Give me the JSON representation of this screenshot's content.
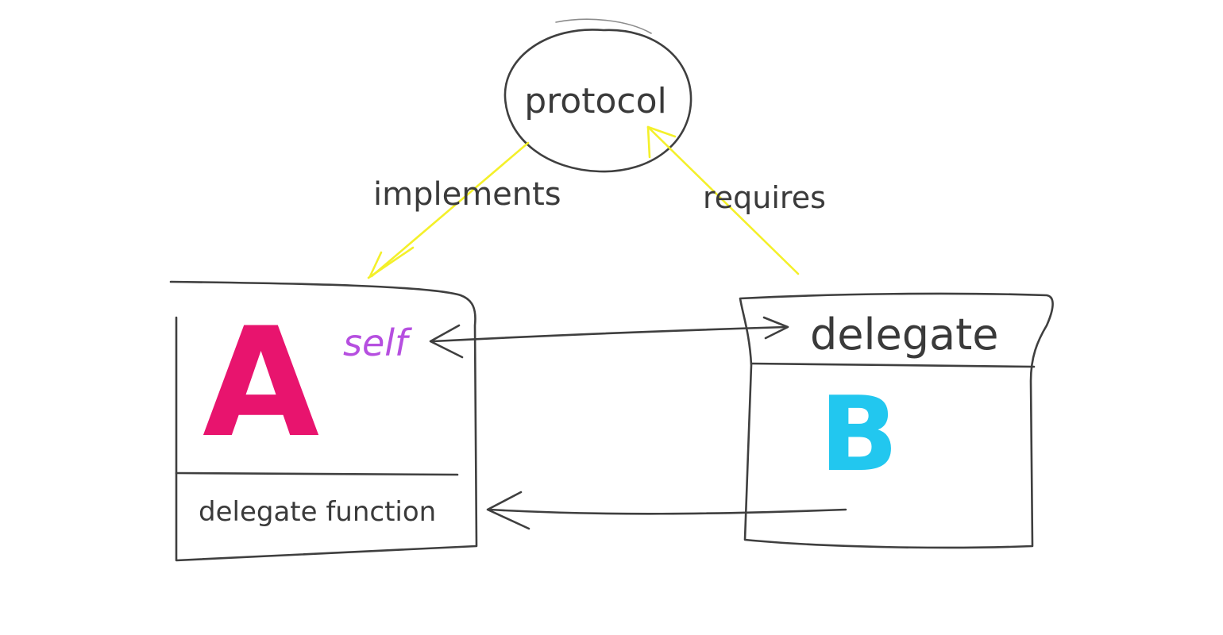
{
  "protocol_node": {
    "label": "protocol"
  },
  "edges": {
    "implements": {
      "label": "implements"
    },
    "requires": {
      "label": "requires"
    }
  },
  "class_a": {
    "letter": "A",
    "self_label": "self",
    "function_label": "delegate function",
    "letter_color": "#e8146e",
    "self_color": "#b64fe0"
  },
  "class_b": {
    "property_label": "delegate",
    "letter": "B",
    "letter_color": "#22c7ef"
  },
  "colors": {
    "pencil": "#3f3f3f",
    "highlight": "#f4f02a"
  }
}
